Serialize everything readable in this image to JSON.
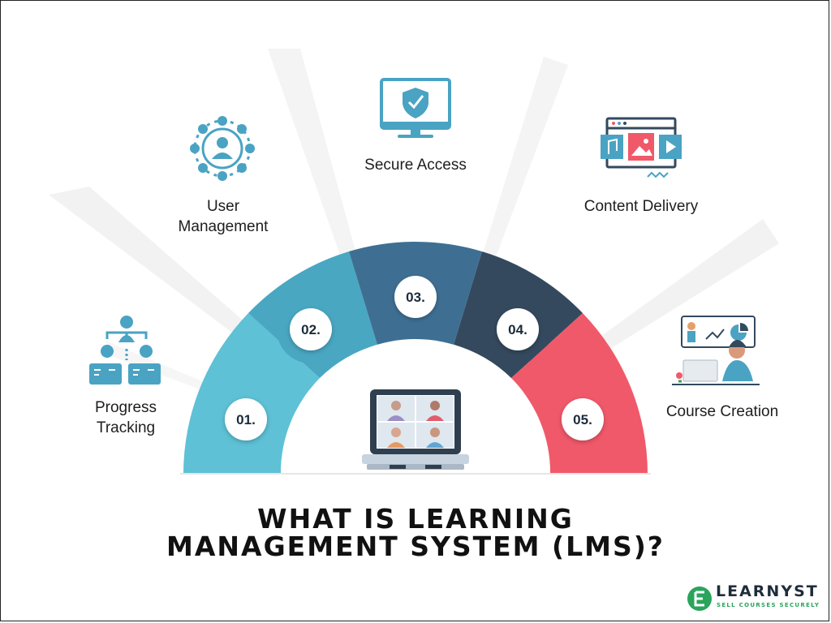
{
  "title": {
    "line1": "WHAT IS LEARNING",
    "line2": "MANAGEMENT SYSTEM (LMS)?"
  },
  "features": [
    {
      "number": "01.",
      "label": "Progress\nTracking",
      "color": "#5ec1d6",
      "icon": "progress-tracking-icon"
    },
    {
      "number": "02.",
      "label": "User\nManagement",
      "color": "#49a7c2",
      "icon": "user-network-icon"
    },
    {
      "number": "03.",
      "label": "Secure Access",
      "color": "#3e6f93",
      "icon": "secure-monitor-icon"
    },
    {
      "number": "04.",
      "label": "Content Delivery",
      "color": "#34495e",
      "icon": "media-browser-icon"
    },
    {
      "number": "05.",
      "label": "Course Creation",
      "color": "#f0596a",
      "icon": "course-creation-icon"
    }
  ],
  "center_icon": "video-conference-laptop-icon",
  "brand": {
    "name": "LEARNYST",
    "tagline": "SELL COURSES SECURELY",
    "logo_letter": "E",
    "color": "#2aa55b"
  },
  "colors": {
    "icon": "#4aa3c3",
    "text": "#1e1e1e"
  }
}
